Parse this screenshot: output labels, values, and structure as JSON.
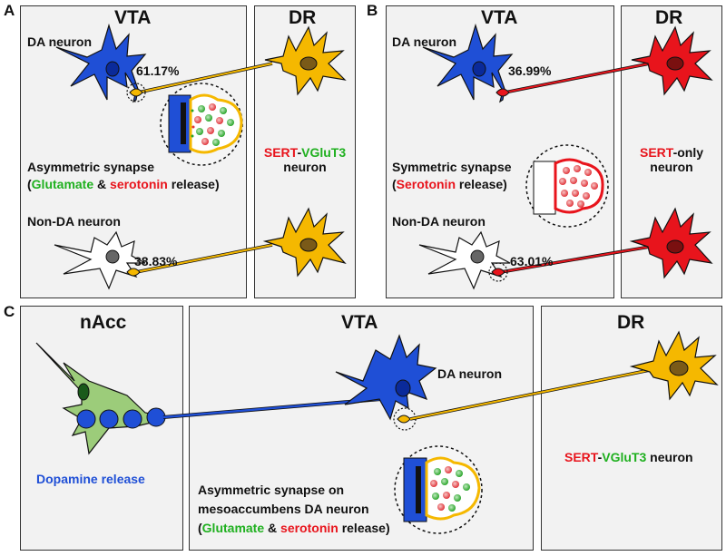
{
  "panels": {
    "A": {
      "letter": "A",
      "vta_title": "VTA",
      "dr_title": "DR",
      "da_neuron_label": "DA neuron",
      "da_percent": "61.17%",
      "nonda_neuron_label": "Non-DA neuron",
      "nonda_percent": "38.83%",
      "synapse_line1": "Asymmetric synapse",
      "synapse_line2_open": "(",
      "synapse_line2_glu": "Glutamate",
      "synapse_line2_amp": " & ",
      "synapse_line2_ser": "serotonin",
      "synapse_line2_end": " release)",
      "dr_label_sert": "SERT",
      "dr_label_dash": "-",
      "dr_label_vglut": "VGluT3",
      "dr_label_neuron": "neuron"
    },
    "B": {
      "letter": "B",
      "vta_title": "VTA",
      "dr_title": "DR",
      "da_neuron_label": "DA neuron",
      "da_percent": "36.99%",
      "nonda_neuron_label": "Non-DA neuron",
      "nonda_percent": "63.01%",
      "synapse_line1": "Symmetric synapse",
      "synapse_line2_open": "(",
      "synapse_line2_ser": "Serotonin",
      "synapse_line2_end": " release)",
      "dr_label_sert": "SERT",
      "dr_label_only": "-only",
      "dr_label_neuron": "neuron"
    },
    "C": {
      "letter": "C",
      "nacc_title": "nAcc",
      "vta_title": "VTA",
      "dr_title": "DR",
      "dopamine_word": "Dopamine",
      "release_word": " release",
      "da_neuron_label": "DA neuron",
      "synapse_line1": "Asymmetric synapse on",
      "synapse_line2": "mesoaccumbens DA neuron",
      "synapse_line3_open": "(",
      "synapse_line3_glu": "Glutamate",
      "synapse_line3_amp": " & ",
      "synapse_line3_ser": "serotonin",
      "synapse_line3_end": " release)",
      "dr_label_sert": "SERT",
      "dr_label_dash": "-",
      "dr_label_vglut": "VGluT3",
      "dr_label_neuron": " neuron"
    }
  },
  "colors": {
    "da_neuron": "#1f4fd6",
    "serotonin_neuron": "#f5b800",
    "sert_only_neuron": "#e8141c",
    "nonda_neuron": "#ffffff",
    "nacc_neuron": "#9ccc7a",
    "glutamate": "#1fb01f",
    "serotonin": "#e8141c",
    "panel_bg": "#f2f2f2"
  }
}
